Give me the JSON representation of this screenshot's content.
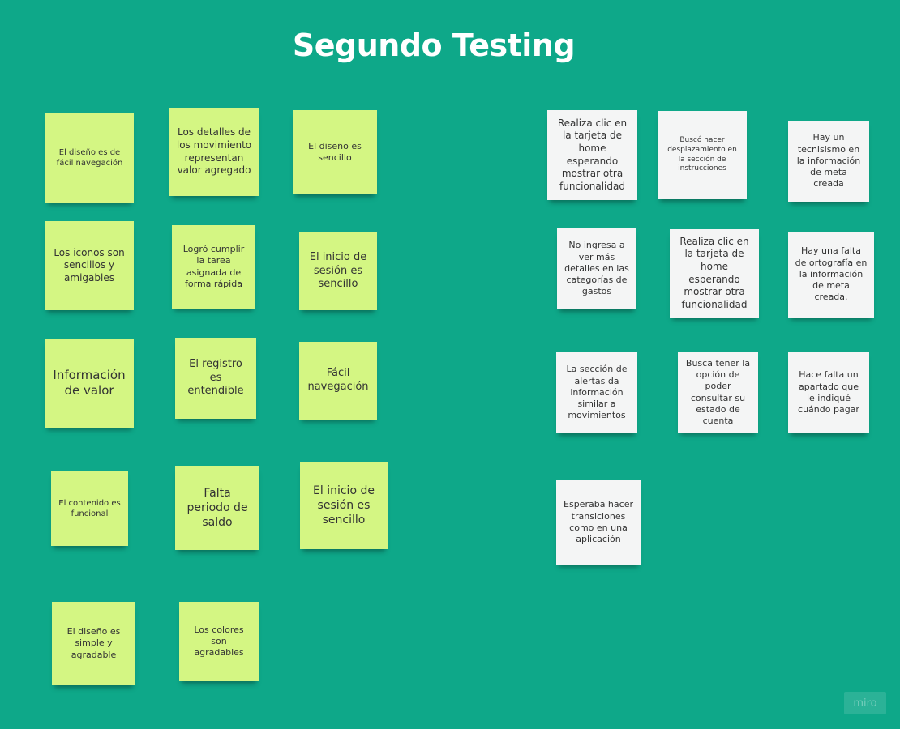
{
  "board": {
    "title": "Segundo Testing"
  },
  "yellow_notes": [
    "El diseño es de fácil navegación",
    "Los detalles de los movimiento representan valor agregado",
    "El diseño es sencillo",
    "Los iconos son sencillos y amigables",
    "Logró cumplir la tarea asignada de forma rápida",
    "El inicio de sesión es sencillo",
    "Información de valor",
    "El registro es entendible",
    "Fácil navegación",
    "El contenido es funcional",
    "Falta periodo de saldo",
    "El inicio de sesión es sencillo",
    "El diseño es simple y agradable",
    "Los colores son agradables"
  ],
  "white_notes": [
    "Realiza clic en la tarjeta de home esperando mostrar otra funcionalidad",
    "Buscó hacer desplazamiento en la sección de instrucciones",
    "Hay un tecnisismo en la información de meta creada",
    "No ingresa a ver más detalles en las categorías de gastos",
    "Realiza clic en la tarjeta de home esperando mostrar otra funcionalidad",
    "Hay una falta de ortografía en la información de meta creada.",
    "La sección de alertas da información similar a movimientos",
    "Busca tener la opción de poder consultar su estado de cuenta",
    "Hace falta un apartado que le indiqué cuándo pagar",
    "Esperaba hacer transiciones como en una aplicación"
  ],
  "colors": {
    "background": "#0ea889",
    "yellow_note": "#d4f683",
    "white_note": "#f4f5f5"
  },
  "logo": {
    "text": "miro"
  }
}
